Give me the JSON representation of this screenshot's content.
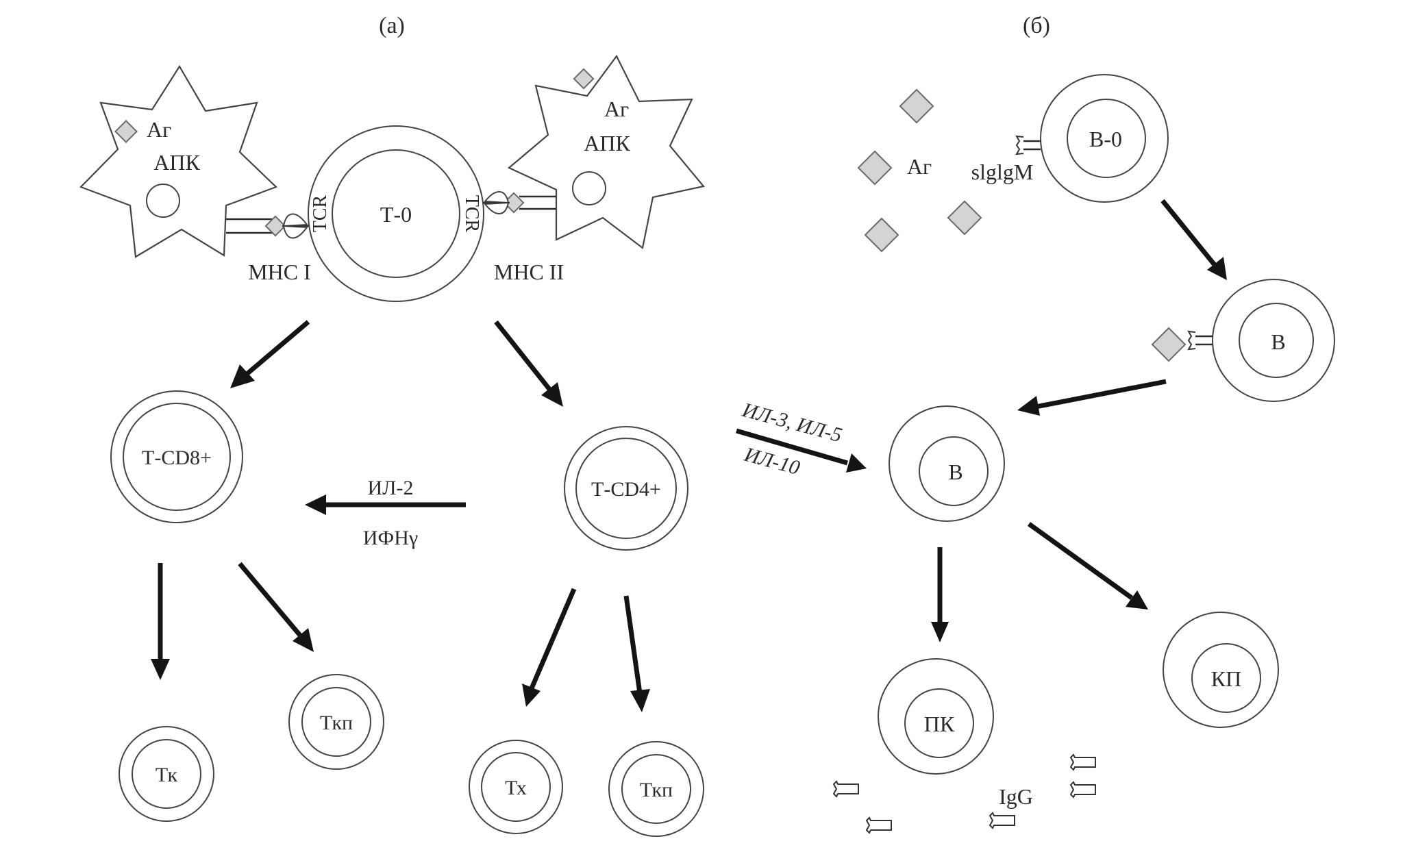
{
  "panels": {
    "a": {
      "label": "(а)"
    },
    "b": {
      "label": "(б)"
    }
  },
  "panel_a": {
    "apc_left": {
      "antigen_label": "Аг",
      "cell_label": "АПК",
      "mhc_label": "МНС I"
    },
    "apc_right": {
      "antigen_label": "Аг",
      "cell_label": "АПК",
      "mhc_label": "МНС II"
    },
    "t0": {
      "label": "Т-0",
      "receptor_left": "TCR",
      "receptor_right": "TCR"
    },
    "cd8": {
      "label": "Т-CD8+"
    },
    "cd4": {
      "label": "Т-CD4+"
    },
    "cytokines_cd4_to_cd8": {
      "top": "ИЛ-2",
      "bottom": "ИФНγ"
    },
    "tk": {
      "label": "Тк"
    },
    "tkp_cd8": {
      "label": "Ткп"
    },
    "tx": {
      "label": "Тх"
    },
    "tkp_cd4": {
      "label": "Ткп"
    }
  },
  "panel_b": {
    "antigen_label": "Аг",
    "receptor_label": "slglgM",
    "b0": {
      "label": "В-0"
    },
    "b_bound": {
      "label": "В"
    },
    "b_active": {
      "label": "В"
    },
    "cytokines_to_b": {
      "top": "ИЛ-3, ИЛ-5",
      "bottom": "ИЛ-10"
    },
    "pk": {
      "label": "ПК"
    },
    "kp": {
      "label": "КП"
    },
    "antibody_label": "IgG"
  },
  "colors": {
    "antigen_fill": "#d4d4d4",
    "arrow": "#141414",
    "outline": "#444444",
    "text": "#2a2a2a"
  }
}
